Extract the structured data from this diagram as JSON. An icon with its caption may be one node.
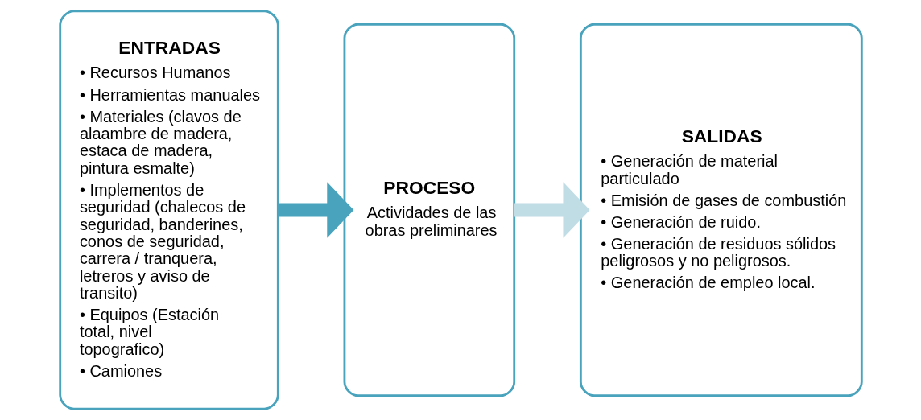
{
  "diagram": {
    "nodes": [
      {
        "text": [
          "ENTRADAS",
          "• Recursos Humanos",
          "• Herramientas manuales",
          "• Materiales (clavos de alaambre de madera, estaca de madera, pintura esmalte)",
          "• Implementos de seguridad (chalecos de seguridad, banderines, conos de seguridad, carrera / tranquera, letreros y aviso de transito)",
          "• Equipos (Estación total, nivel topografico)",
          "• Camiones"
        ]
      },
      {
        "text": [
          "PROCESO",
          "Actividades de las obras preliminares"
        ]
      },
      {
        "text": [
          "SALIDAS",
          "• Generación de material particulado",
          "• Emisión de gases de combustión",
          "• Generación de ruido.",
          "• Generación de residuos sólidos peligrosos y no peligrosos.",
          "• Generación de empleo local."
        ]
      }
    ],
    "edges": [
      {
        "from": 0,
        "to": 1,
        "arrow": "to",
        "color": "#4aa3bd"
      },
      {
        "from": 1,
        "to": 2,
        "arrow": "to",
        "color": "#c0dce5"
      }
    ]
  }
}
